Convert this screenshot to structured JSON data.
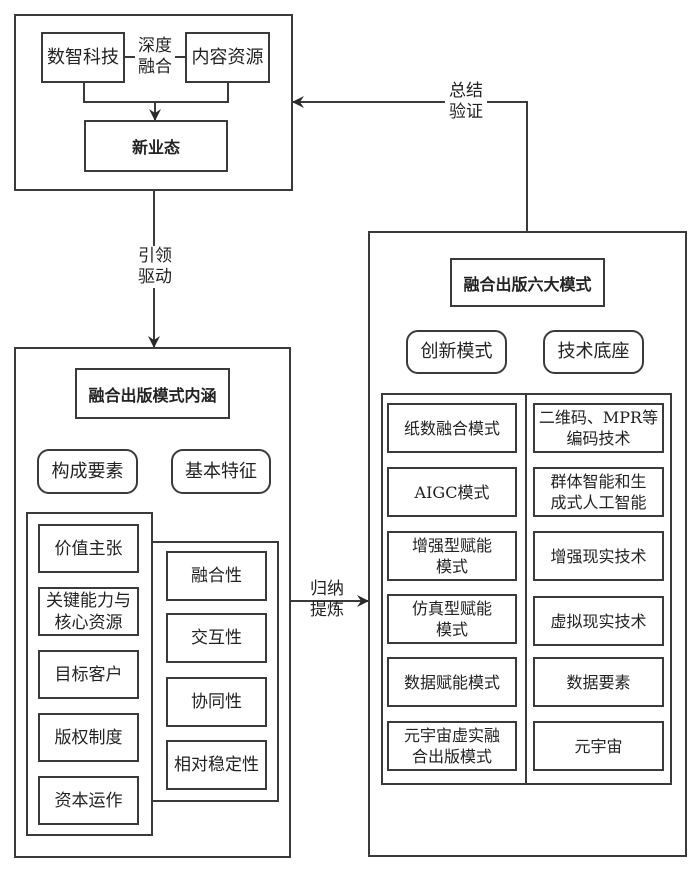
{
  "top_section": {
    "left_node": "数智科技",
    "right_node": "内容资源",
    "link_label": [
      "深度",
      "融合"
    ],
    "result_node": "新业态"
  },
  "connectors": {
    "top_to_left": [
      "引领",
      "驱动"
    ],
    "left_to_right": [
      "归纳",
      "提炼"
    ],
    "right_to_top": [
      "总结",
      "验证"
    ]
  },
  "left_section": {
    "title": "融合出版模式内涵",
    "group_a": {
      "label": "构成要素",
      "items": [
        "价值主张",
        "关键能力与\n核心资源",
        "目标客户",
        "版权制度",
        "资本运作"
      ]
    },
    "group_b": {
      "label": "基本特征",
      "items": [
        "融合性",
        "交互性",
        "协同性",
        "相对稳定性"
      ]
    }
  },
  "right_section": {
    "title": "融合出版六大模式",
    "group_a": {
      "label": "创新模式",
      "items": [
        "纸数融合模式",
        "AIGC模式",
        "增强型赋能\n模式",
        "仿真型赋能\n模式",
        "数据赋能模式",
        "元宇宙虚实融\n合出版模式"
      ]
    },
    "group_b": {
      "label": "技术底座",
      "items": [
        "二维码、MPR等\n编码技术",
        "群体智能和生\n成式人工智能",
        "增强现实技术",
        "虚拟现实技术",
        "数据要素",
        "元宇宙"
      ]
    }
  }
}
